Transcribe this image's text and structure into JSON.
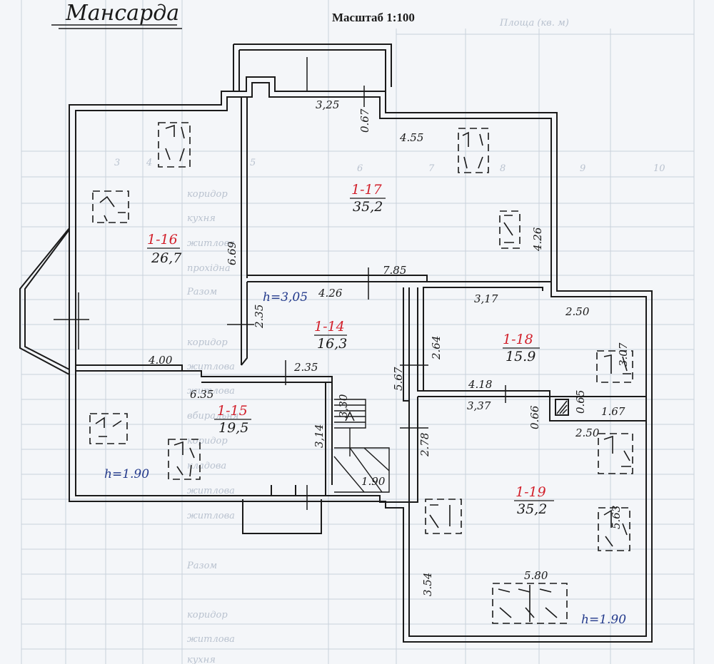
{
  "title": "Мансарда",
  "scale": "Масштаб 1:100",
  "colors": {
    "ink": "#1a1a1a",
    "ceiling": "#233a8c",
    "room_no": "#d21f2a",
    "paper": "#f4f6f9"
  },
  "rooms": [
    {
      "id": "1-16",
      "area": "26,7"
    },
    {
      "id": "1-17",
      "area": "35,2"
    },
    {
      "id": "1-14",
      "area": "16,3"
    },
    {
      "id": "1-15",
      "area": "19,5"
    },
    {
      "id": "1-18",
      "area": "15.9"
    },
    {
      "id": "1-19",
      "area": "35,2"
    }
  ],
  "ceilings": [
    {
      "text": "h=3,05"
    },
    {
      "text": "h=1.90"
    },
    {
      "text": "h=1.90"
    }
  ],
  "dimensions": [
    {
      "text": "3,25"
    },
    {
      "text": "0.67"
    },
    {
      "text": "4.55"
    },
    {
      "text": "6.69"
    },
    {
      "text": "4.26"
    },
    {
      "text": "7.85"
    },
    {
      "text": "4.26"
    },
    {
      "text": "2.35"
    },
    {
      "text": "3,17"
    },
    {
      "text": "2.50"
    },
    {
      "text": "2.64"
    },
    {
      "text": "3.07"
    },
    {
      "text": "4.00"
    },
    {
      "text": "2.35"
    },
    {
      "text": "5.67"
    },
    {
      "text": "4.18"
    },
    {
      "text": "6.35"
    },
    {
      "text": "3,30"
    },
    {
      "text": "3,37"
    },
    {
      "text": "0.66"
    },
    {
      "text": "0.65"
    },
    {
      "text": "1.67"
    },
    {
      "text": "3,14"
    },
    {
      "text": "2.78"
    },
    {
      "text": "2.50"
    },
    {
      "text": "1.90"
    },
    {
      "text": "5.63"
    },
    {
      "text": "3.54"
    },
    {
      "text": "5.80"
    }
  ],
  "background_form": {
    "header": "Площа (кв. м)",
    "column_numbers": [
      "3",
      "4",
      "5",
      "6",
      "7",
      "8",
      "9",
      "10"
    ],
    "rows": [
      "коридор",
      "кухня",
      "житлова",
      "прохідна",
      "Разом",
      "коридор",
      "житлова",
      "житлова",
      "вбиральня",
      "коридор",
      "кладова",
      "житлова",
      "житлова",
      "Разом",
      "коридор",
      "житлова",
      "кухня"
    ]
  }
}
